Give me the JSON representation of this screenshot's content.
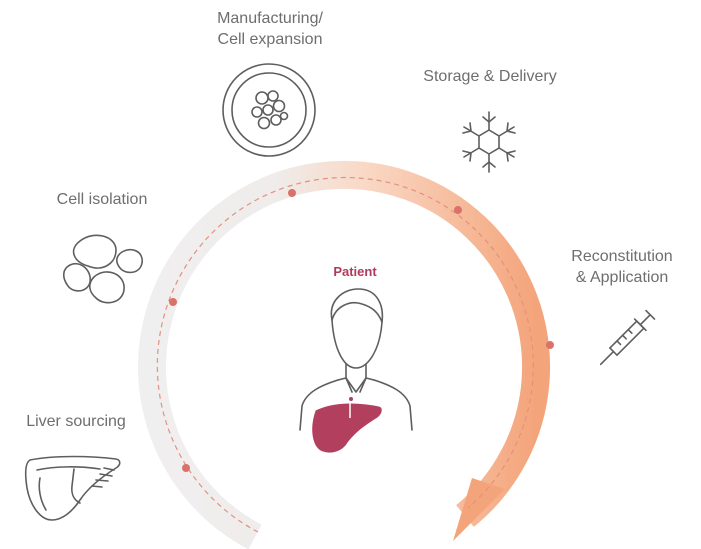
{
  "center": {
    "label": "Patient"
  },
  "steps": [
    {
      "id": "liver-sourcing",
      "label": "Liver sourcing",
      "icon": "liver-outline-icon"
    },
    {
      "id": "cell-isolation",
      "label": "Cell isolation",
      "icon": "cells-icon"
    },
    {
      "id": "manufacturing",
      "label_line1": "Manufacturing/",
      "label_line2": "Cell expansion",
      "icon": "petri-dish-icon"
    },
    {
      "id": "storage-delivery",
      "label": "Storage & Delivery",
      "icon": "snowflake-icon"
    },
    {
      "id": "reconstitution",
      "label_line1": "Reconstitution",
      "label_line2": "& Application",
      "icon": "syringe-icon"
    }
  ],
  "colors": {
    "text": "#6e6e6e",
    "accent": "#b03a5b",
    "arc_start": "#f2f2f2",
    "arc_end": "#f4a77e",
    "dot": "#d9736a",
    "icon_stroke": "#5e5e5e"
  }
}
